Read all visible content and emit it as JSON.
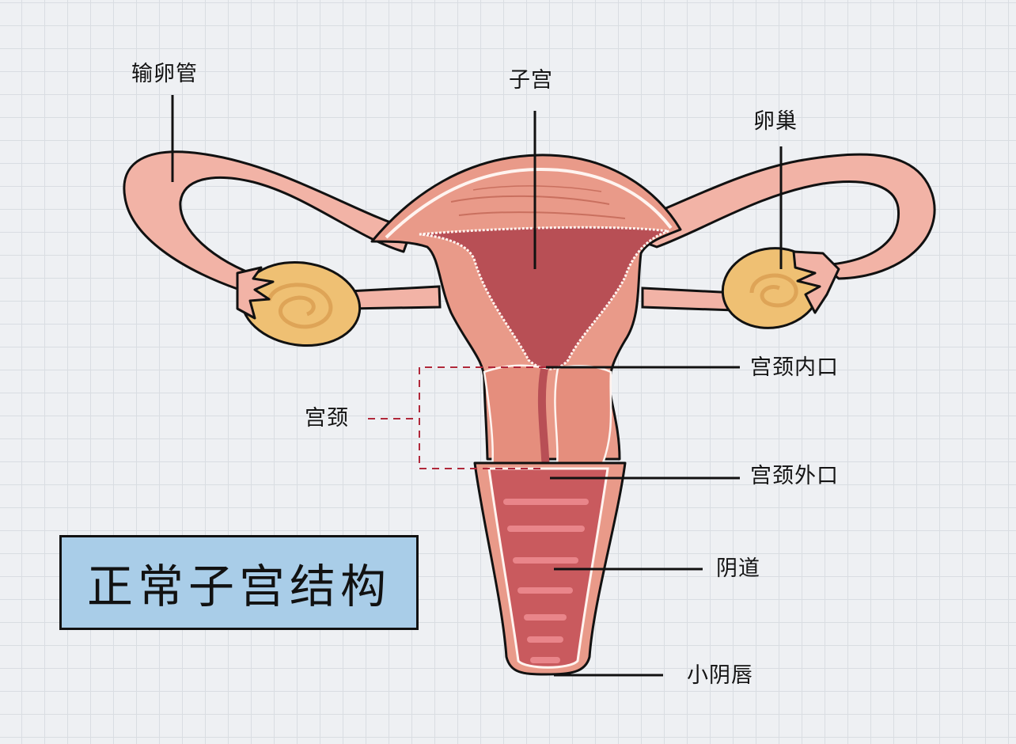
{
  "diagram": {
    "title": "正常子宫结构",
    "labels": {
      "fallopian_tube": "输卵管",
      "uterus": "子宫",
      "ovary": "卵巢",
      "cervix": "宫颈",
      "internal_os": "宫颈内口",
      "external_os": "宫颈外口",
      "vagina": "阴道",
      "labia_minora": "小阴唇"
    },
    "colors": {
      "background": "#eef0f3",
      "grid": "#d9dde2",
      "outline": "#111111",
      "tube_pink": "#f2b3a6",
      "uterus_wall": "#e99a89",
      "uterus_inner_wall": "#e58e7d",
      "cavity": "#b84f55",
      "vagina_canal": "#c95a5e",
      "ridge": "#e9858a",
      "ovary": "#efc073",
      "ovary_swirl": "#dea457",
      "title_box": "#a9cde8",
      "cervix_dash": "#b0283a"
    }
  }
}
